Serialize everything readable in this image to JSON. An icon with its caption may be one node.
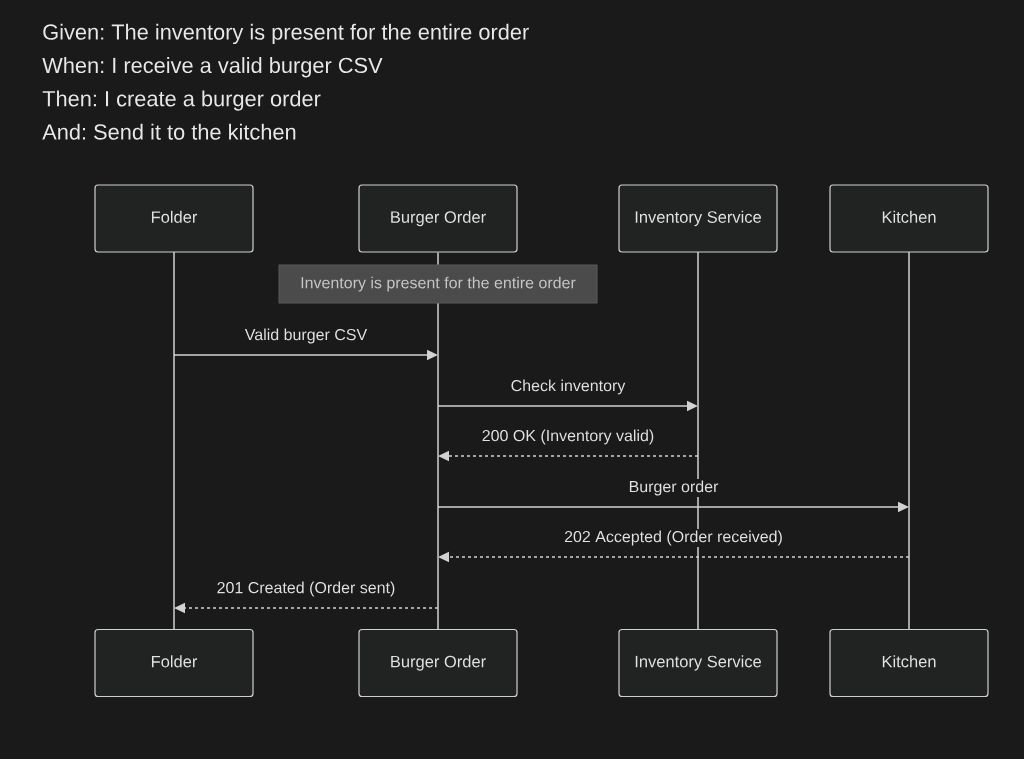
{
  "diagram": {
    "nodes": [
      {
        "text": [
          "Folder"
        ]
      },
      {
        "text": [
          "Burger Order"
        ]
      },
      {
        "text": [
          "Inventory Service"
        ]
      },
      {
        "text": [
          "Kitchen"
        ]
      },
      {
        "text": [],
        "shape": "line"
      },
      {
        "text": [],
        "shape": "line"
      },
      {
        "text": [],
        "shape": "line"
      },
      {
        "text": [],
        "shape": "line"
      },
      {
        "text": [
          "Inventory is present for the entire order"
        ]
      },
      {
        "text": [
          "Folder"
        ]
      },
      {
        "text": [
          "Burger Order"
        ]
      },
      {
        "text": [
          "Inventory Service"
        ]
      },
      {
        "text": [
          "Kitchen"
        ]
      }
    ],
    "edges": [
      {
        "from": 4,
        "to": 5,
        "arrow": "to",
        "label": "Valid burger CSV"
      },
      {
        "from": 5,
        "to": 6,
        "arrow": "to",
        "label": "Check inventory"
      },
      {
        "from": 6,
        "to": 5,
        "arrow": "to",
        "label": "200 OK (Inventory valid)",
        "style": "dashed"
      },
      {
        "from": 5,
        "to": 7,
        "arrow": "to",
        "label": "Burger order"
      },
      {
        "from": 7,
        "to": 5,
        "arrow": "to",
        "label": "202 Accepted (Order received)",
        "style": "dashed"
      },
      {
        "from": 5,
        "to": 4,
        "arrow": "to",
        "label": "201 Created (Order sent)",
        "style": "dashed"
      },
      {
        "from": 1,
        "to": 8,
        "arrow": "none"
      }
    ],
    "labels": [
      "Given: The inventory is present for the entire order",
      "When: I receive a valid burger CSV",
      "Then: I create a burger order",
      "And: Send it to the kitchen"
    ]
  }
}
